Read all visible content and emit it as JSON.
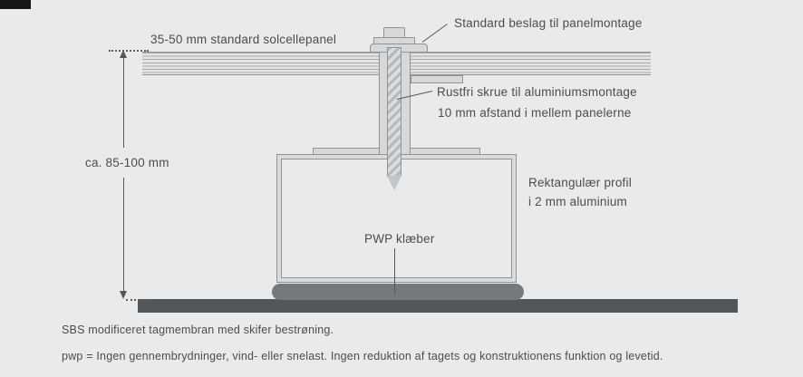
{
  "colors": {
    "background": "#e8eaec",
    "ink": "#4a4c4e",
    "outline": "#8f9396",
    "metal_fill": "#d6d8d9",
    "adhesive_fill": "#76797c",
    "membrane_fill": "#54575a"
  },
  "labels": {
    "panel": "35-50 mm standard solcellepanel",
    "bracket": "Standard beslag til panelmontage",
    "screw": "Rustfri skrue til aluminiumsmontage",
    "gap": "10 mm afstand i mellem panelerne",
    "dimension": "ca. 85-100 mm",
    "profile_line1": "Rektangulær profil",
    "profile_line2": "i 2 mm aluminium",
    "adhesive": "PWP klæber"
  },
  "captions": {
    "membrane": "SBS modificeret tagmembran med skifer bestrøning.",
    "pwp_note": "pwp = Ingen gennembrydninger, vind- eller snelast. Ingen reduktion af tagets og konstruktionens funktion og levetid."
  }
}
